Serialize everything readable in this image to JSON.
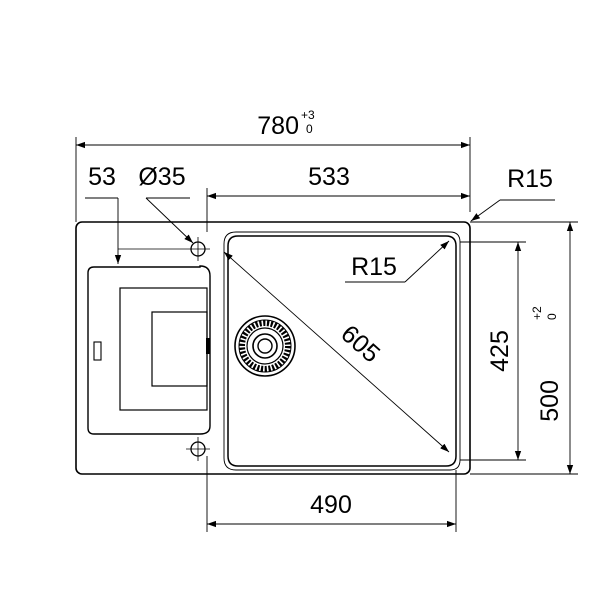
{
  "dimensions": {
    "overall_width": {
      "value": "780",
      "tol_upper": "+3",
      "tol_lower": "0"
    },
    "overall_depth": {
      "value": "500",
      "tol_upper": "+2",
      "tol_lower": "0"
    },
    "bowl_width": "533",
    "bowl_inner_width": "490",
    "bowl_depth": "425",
    "bowl_diagonal": "605",
    "offset_left": "53",
    "tap_hole": "Ø35",
    "corner_radius_outer": "R15",
    "corner_radius_bowl": "R15"
  },
  "colors": {
    "line": "#000000",
    "background": "#ffffff"
  }
}
